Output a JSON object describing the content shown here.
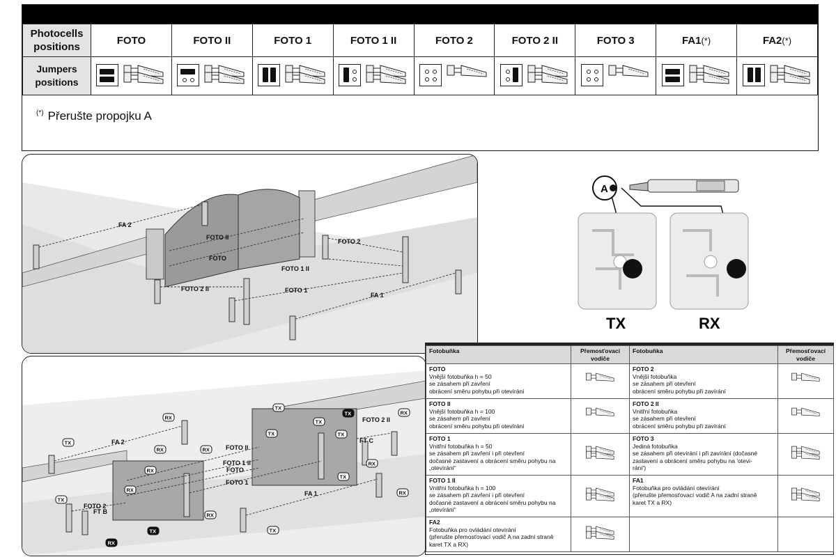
{
  "jumpers": {
    "row1_header": "Photocells positions",
    "row2_header": "Jumpers positions",
    "columns": [
      {
        "label": "FOTO",
        "pattern": "h2",
        "label_mark": ""
      },
      {
        "label": "FOTO II",
        "pattern": "h1",
        "label_mark": ""
      },
      {
        "label": "FOTO 1",
        "pattern": "v2",
        "label_mark": ""
      },
      {
        "label": "FOTO 1 II",
        "pattern": "v1",
        "label_mark": ""
      },
      {
        "label": "FOTO 2",
        "pattern": "none",
        "label_mark": ""
      },
      {
        "label": "FOTO 2 II",
        "pattern": "v1b",
        "label_mark": ""
      },
      {
        "label": "FOTO 3",
        "pattern": "none",
        "label_mark": ""
      },
      {
        "label": "FA1",
        "pattern": "h2",
        "label_mark": "(*)"
      },
      {
        "label": "FA2",
        "pattern": "v2",
        "label_mark": "(*)"
      }
    ],
    "note_mark": "(*)",
    "note_text": "Přerušte propojku A"
  },
  "panel1_labels": {
    "fa2": "FA 2",
    "foto_ii": "FOTO II",
    "foto": "FOTO",
    "foto2": "FOTO 2",
    "foto1_ii": "FOTO 1 II",
    "foto2_ii": "FOTO 2 II",
    "foto1": "FOTO 1",
    "fa1": "FA 1"
  },
  "panel2_labels": {
    "tx": "TX",
    "rx": "RX",
    "fa2": "FA 2",
    "foto_ii": "FOTO II",
    "foto1_ii": "FOTO 1 II",
    "foto": "FOTO",
    "foto1": "FOTO 1",
    "foto2": "FOTO 2",
    "ftb": "FT B",
    "fa1": "FA 1",
    "foto2_ii": "FOTO 2 II",
    "ftc": "FT C"
  },
  "boards": {
    "jumper_label": "A",
    "tx": "TX",
    "rx": "RX"
  },
  "legend": {
    "col_photocell": "Fotobuňka",
    "col_jumper": "Přemosťovací vodiče",
    "rows": [
      [
        {
          "name": "FOTO",
          "desc": "Vnější fotobuňka h = 50\nse zásahem při zavření\nobrácení směru pohybu při otevírání"
        },
        {
          "name": "FOTO 2",
          "desc": "Vnější fotobuňka\nse zásahem při otevření\nobrácení směru pohybu při zavírání"
        }
      ],
      [
        {
          "name": "FOTO II",
          "desc": "Vnější fotobuňka h = 100\nse zásahem při zavření\nobrácení směru pohybu při otevírání"
        },
        {
          "name": "FOTO 2 II",
          "desc": "Vnitřní fotobuňka\nse zásahem při otevření\nobrácení směru pohybu při zavírání"
        }
      ],
      [
        {
          "name": "FOTO 1",
          "desc": "Vnitřní fotobuňka h = 50\nse zásahem při zavření i při otevření\ndočasné zastavení a obrácení směru pohybu na\n„otevírání“"
        },
        {
          "name": "FOTO 3",
          "desc": "Jediná fotobuňka\nse zásahem při otevírání i při zavírání (dočasné\nzastavení a obrácení směru pohybu na 'otevi-\nrání')"
        }
      ],
      [
        {
          "name": "FOTO 1 II",
          "desc": "Vnitřní fotobuňka h = 100\nse zásahem při zavření i při otevření\ndočasné zastavení a obrácení směru pohybu na\n„otevírání“"
        },
        {
          "name": "FA1",
          "desc": "Fotobuňka pro ovládání otevírání\n(přerušte přemosťovací vodič A na zadní straně\nkaret TX a RX)"
        }
      ],
      [
        {
          "name": "FA2",
          "desc": "Fotobuňka pro ovládání otevírání\n(přerušte přemosťovací vodič A na zadní straně\nkaret TX a RX)"
        },
        null
      ]
    ]
  }
}
